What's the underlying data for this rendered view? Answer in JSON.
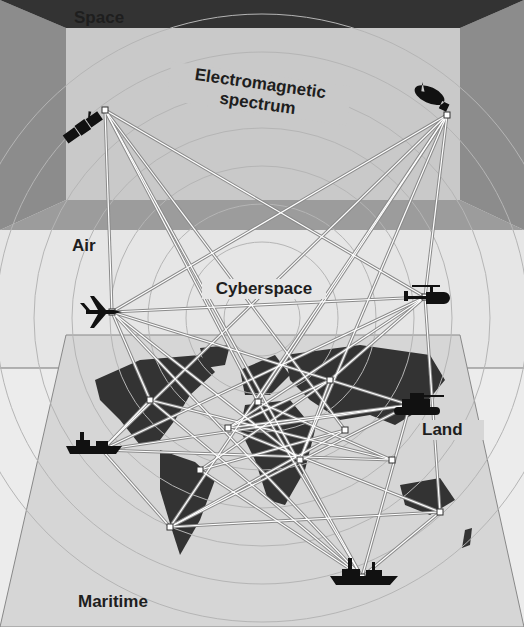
{
  "diagram": {
    "labels": [
      "Space",
      "Electromagnetic spectrum",
      "Air",
      "Cyberspace",
      "Land",
      "Maritime"
    ]
  }
}
